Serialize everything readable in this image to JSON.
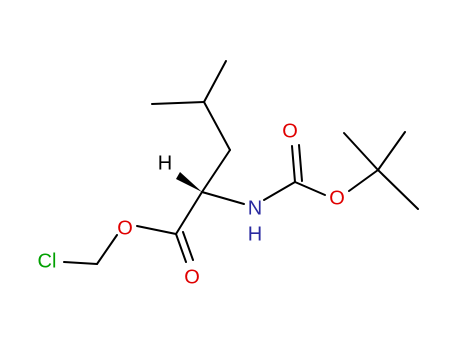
{
  "atoms": {
    "chlorine": {
      "label": "Cl",
      "color": "#00a000"
    },
    "ester_oxygen": {
      "label": "O",
      "color": "#e00000"
    },
    "carbonyl_oxygen_ester": {
      "label": "O",
      "color": "#e00000"
    },
    "hydrogen_stereo": {
      "label": "H",
      "color": "#000000"
    },
    "nitrogen": {
      "label": "N",
      "color": "#2a2aa0"
    },
    "nitrogen_hydrogen": {
      "label": "H",
      "color": "#2a2aa0"
    },
    "carbonyl_oxygen_carbamate": {
      "label": "O",
      "color": "#e00000"
    },
    "carbamate_oxygen": {
      "label": "O",
      "color": "#e00000"
    }
  }
}
